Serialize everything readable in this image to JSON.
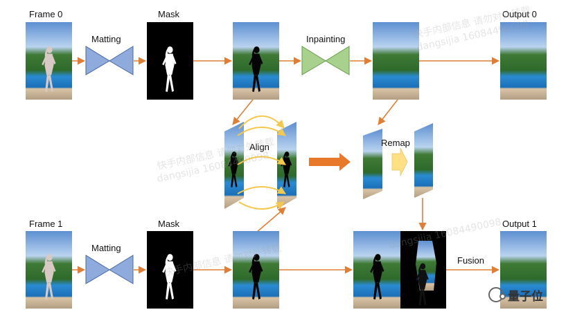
{
  "labels": {
    "frame0": "Frame 0",
    "mask0": "Mask",
    "output0": "Output 0",
    "frame1": "Frame 1",
    "mask1": "Mask",
    "output1": "Output 1",
    "matting0": "Matting",
    "matting1": "Matting",
    "inpainting": "Inpainting",
    "align": "Align",
    "remap": "Remap",
    "fusion": "Fusion"
  },
  "brand": {
    "text": "量子位",
    "icon": "wechat-icon"
  },
  "watermarks": [
    "快手内部信息  请勿对外转载",
    "dangsijia 16084490098",
    "快手内部信息  请勿对外转载",
    "dangsijia 16084490098",
    "快手内部信息  请勿对外转载",
    "dangsijia 16084490098"
  ],
  "colors": {
    "arrow": "#e07e35",
    "matting_block": "#8faadc",
    "matting_border": "#4a6aa5",
    "inpainting_block": "#a9d18e",
    "inpainting_border": "#6a9a4a",
    "remap_block": "#ffe085",
    "align_loop": "#f4c84a",
    "big_arrow": "#e8782a"
  }
}
